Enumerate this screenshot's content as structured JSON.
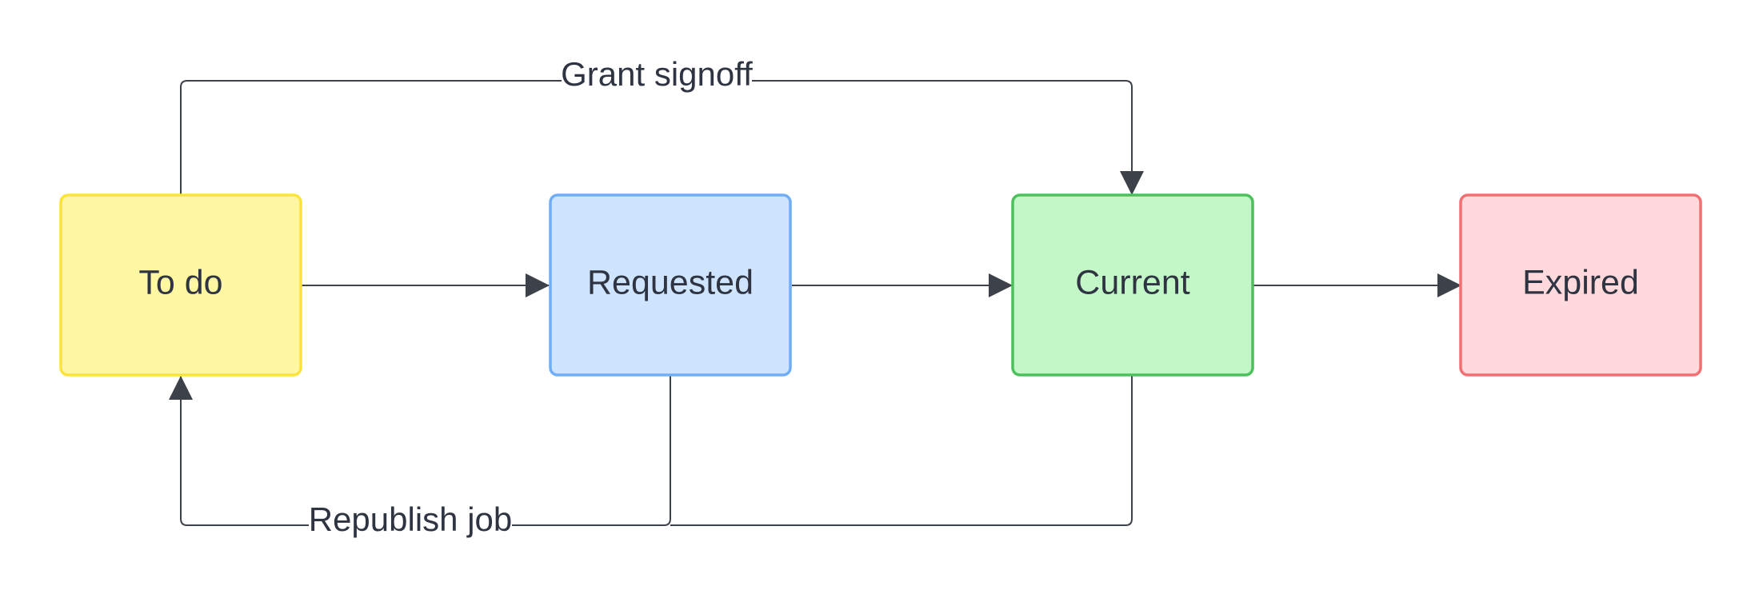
{
  "nodes": [
    {
      "id": "todo",
      "label": "To do",
      "fill": "#FFF7A1",
      "stroke": "#FCE33C"
    },
    {
      "id": "requested",
      "label": "Requested",
      "fill": "#CFE4FF",
      "stroke": "#6FAEF5"
    },
    {
      "id": "current",
      "label": "Current",
      "fill": "#C3F7C8",
      "stroke": "#4CC05A"
    },
    {
      "id": "expired",
      "label": "Expired",
      "fill": "#FFD9DB",
      "stroke": "#F26F73"
    }
  ],
  "edges": [
    {
      "from": "todo",
      "to": "requested",
      "label": ""
    },
    {
      "from": "requested",
      "to": "current",
      "label": ""
    },
    {
      "from": "current",
      "to": "expired",
      "label": ""
    },
    {
      "from": "todo",
      "to": "current",
      "label": "Grant signoff"
    },
    {
      "from": "requested",
      "to": "todo",
      "label": "Republish job"
    },
    {
      "from": "current",
      "to": "todo",
      "label": ""
    }
  ],
  "colors": {
    "line": "#3D414A",
    "text": "#2F3442",
    "background": "#FFFFFF"
  }
}
